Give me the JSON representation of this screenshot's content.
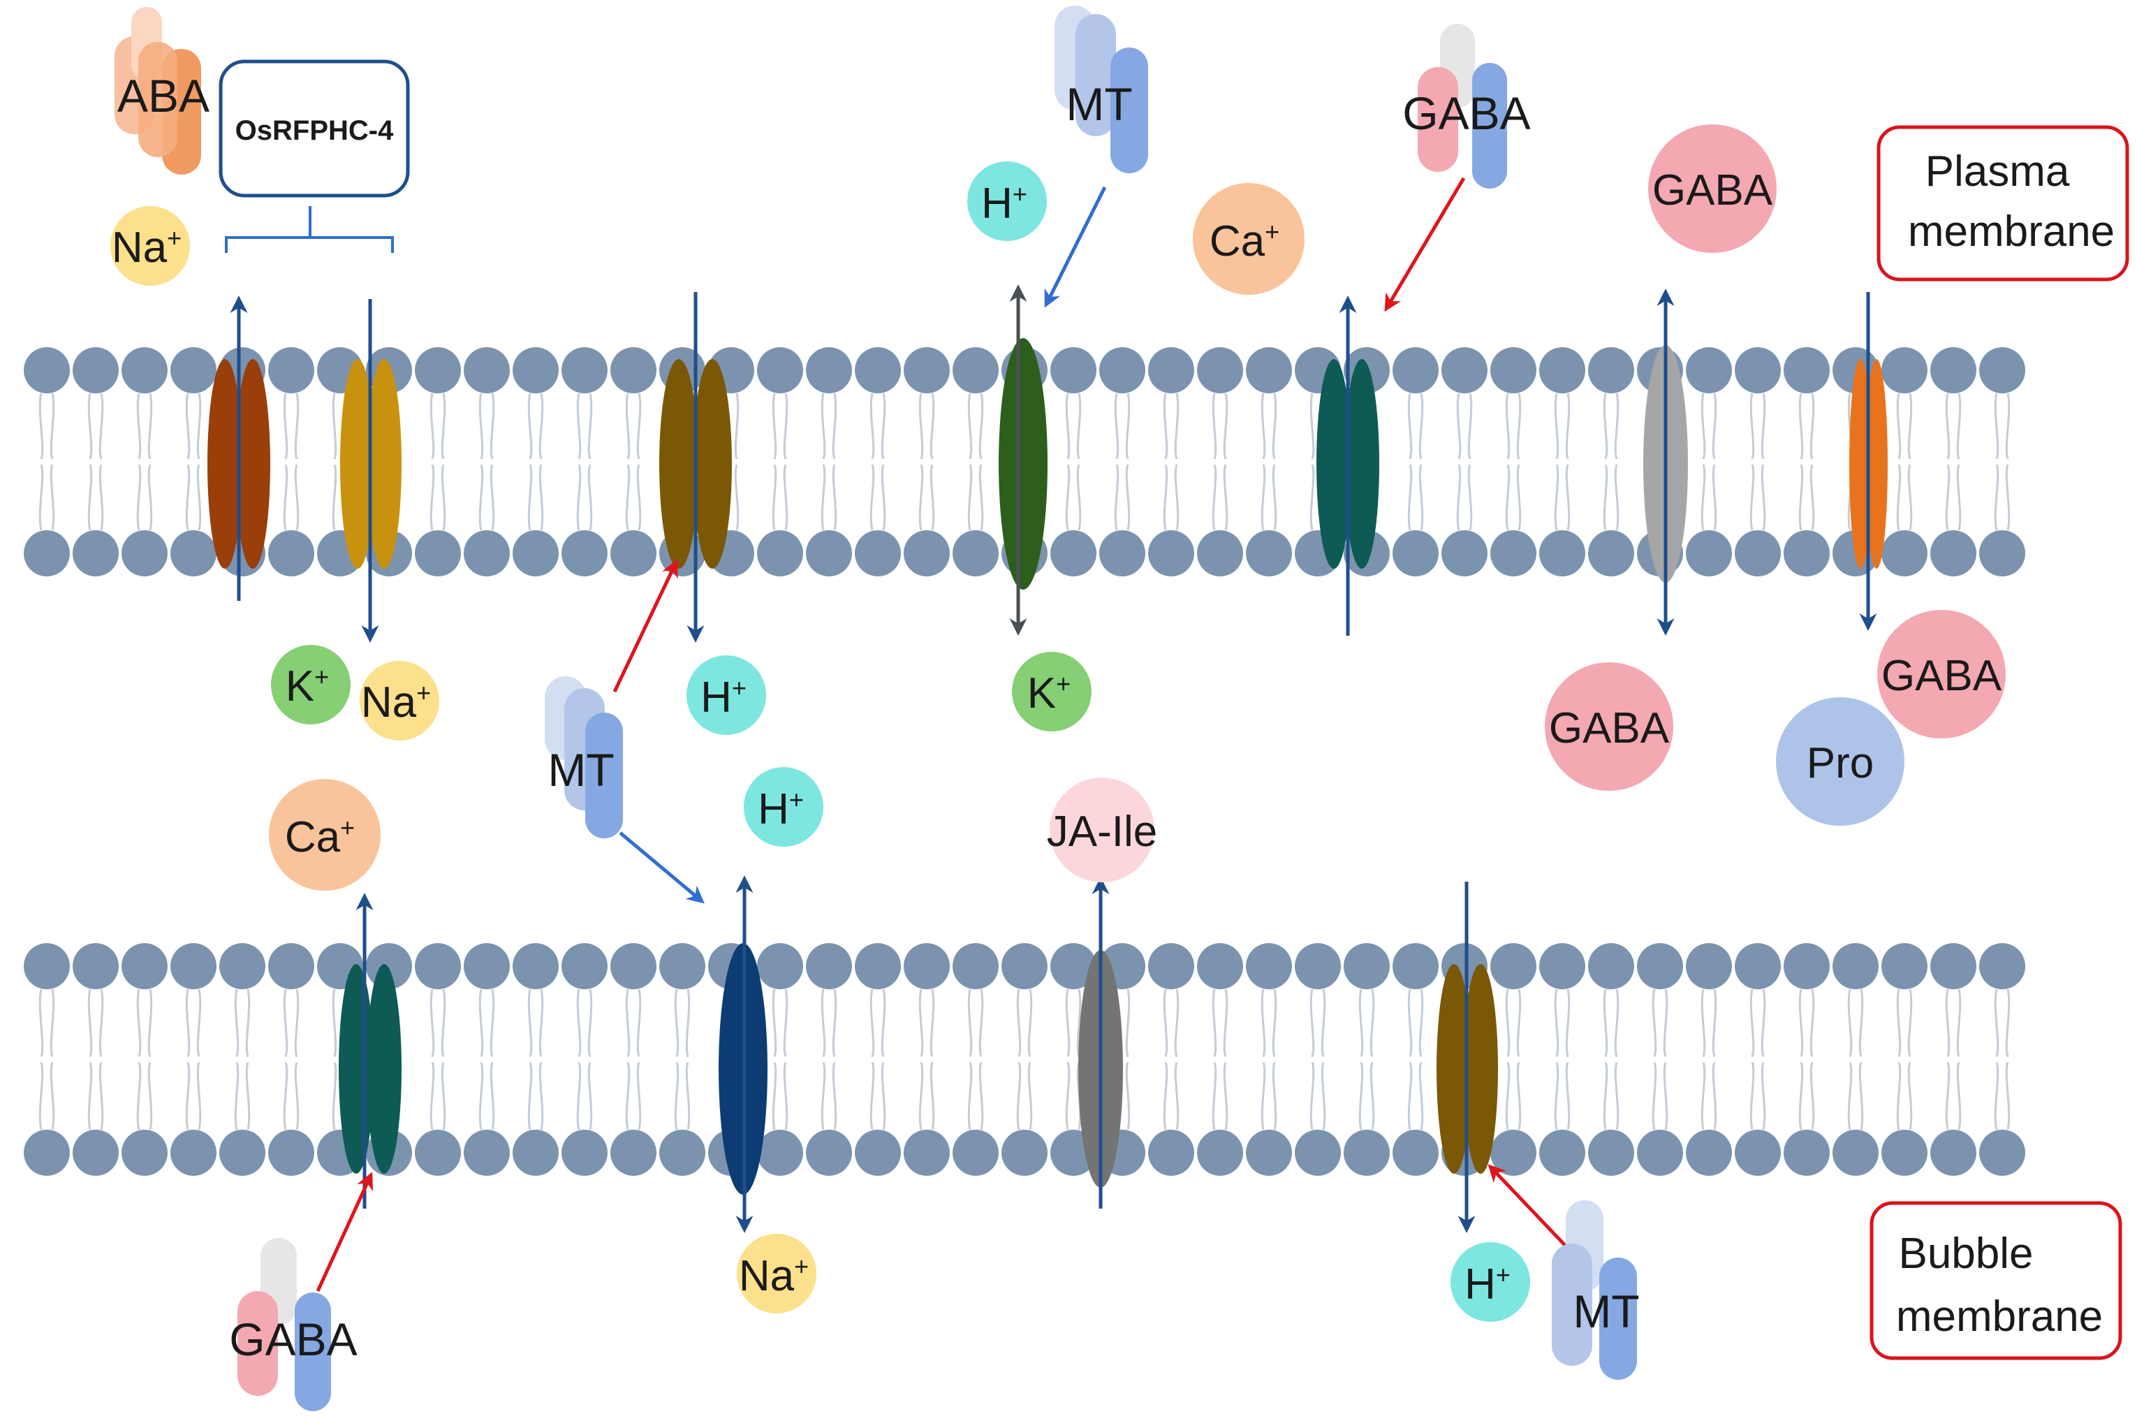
{
  "membranes": {
    "plasma": {
      "label_line1": "Plasma",
      "label_line2": "membrane"
    },
    "bubble": {
      "label_line1": "Bubble",
      "label_line2": "membrane"
    }
  },
  "complex_label": "OsRFPHC-4",
  "regulators": {
    "aba": "ABA",
    "mt_plasma_top": "MT",
    "gaba_plasma_top": "GABA",
    "mt_middle": "MT",
    "gaba_bubble_bottom": "GABA",
    "mt_bubble_bottom": "MT"
  },
  "ions": {
    "na_top_left": {
      "base": "Na",
      "sup": "+"
    },
    "k_below_left": {
      "base": "K",
      "sup": "+"
    },
    "na_below_left": {
      "base": "Na",
      "sup": "+"
    },
    "h_top_mid": {
      "base": "H",
      "sup": "+"
    },
    "ca_top_mid": {
      "base": "Ca",
      "sup": "+"
    },
    "gaba_top_right": {
      "base": "GABA",
      "sup": ""
    },
    "h_below_mid": {
      "base": "H",
      "sup": "+"
    },
    "k_below_mid": {
      "base": "K",
      "sup": "+"
    },
    "gaba_below_right": {
      "base": "GABA",
      "sup": ""
    },
    "gaba_right_far": {
      "base": "GABA",
      "sup": ""
    },
    "pro": {
      "base": "Pro",
      "sup": ""
    },
    "ca_middle_left": {
      "base": "Ca",
      "sup": "+"
    },
    "h_middle": {
      "base": "H",
      "sup": "+"
    },
    "ja_ile": {
      "base": "JA-Ile",
      "sup": ""
    },
    "na_bottom": {
      "base": "Na",
      "sup": "+"
    },
    "h_bottom": {
      "base": "H",
      "sup": "+"
    }
  },
  "colors": {
    "lipid_head": "#7b93ae",
    "lipid_tail": "#c3ccd8",
    "arrow_blue_dark": "#1f4e8c",
    "arrow_blue_light": "#2e6fd1",
    "arrow_red": "#e0141b",
    "label_border": "#d9141b",
    "na": "#fde08b",
    "k": "#86cf74",
    "h": "#7de6df",
    "ca": "#f9c49b",
    "gaba": "#f4a8b1",
    "pro": "#aec3e8",
    "ja": "#fbd7dc"
  }
}
